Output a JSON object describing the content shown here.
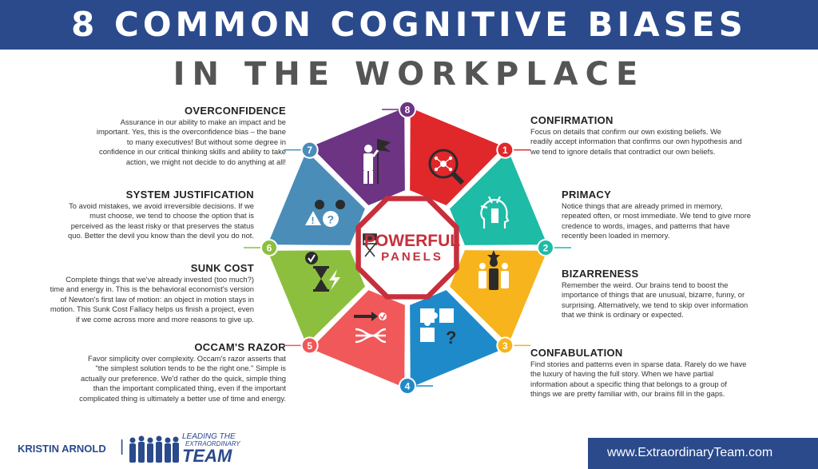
{
  "header": {
    "line1": "8 COMMON COGNITIVE BIASES",
    "line2": "IN THE WORKPLACE"
  },
  "center_logo": {
    "line1": "POWERFUL",
    "line2": "PANELS"
  },
  "biases": [
    {
      "number": "1",
      "title": "CONFIRMATION",
      "color": "#e0272a",
      "lines": [
        "Focus on details that confirm our own existing beliefs.  We",
        "readily accept information that confirms our own hypothesis and",
        "we tend to ignore details that contradict our own beliefs."
      ]
    },
    {
      "number": "2",
      "title": "PRIMACY",
      "color": "#1ebba6",
      "lines": [
        "Notice things that are already primed in memory,",
        "repeated often, or most immediate.  We tend to give more",
        "credence to words, images, and patterns that have",
        "recently been loaded in memory."
      ]
    },
    {
      "number": "3",
      "title": "BIZARRENESS",
      "color": "#f7b41c",
      "lines": [
        "Remember the weird. Our brains tend to boost the",
        "importance of things that are unusual, bizarre, funny, or",
        "surprising. Alternatively, we tend to skip over information",
        "that we think is ordinary or expected."
      ]
    },
    {
      "number": "4",
      "title": "CONFABULATION",
      "color": "#1f8ac9",
      "lines": [
        "Find stories and patterns even in sparse data. Rarely do we have",
        "the luxury of having the full story. When we have partial",
        "information about a specific thing that belongs to a group of",
        "things we are pretty familiar with, our brains fill in the gaps."
      ]
    },
    {
      "number": "5",
      "title": "OCCAM'S RAZOR",
      "color": "#f0585a",
      "lines": [
        "Favor simplicity over complexity.  Occam's razor asserts that",
        "\"the simplest solution tends to be the right one.\"  Simple is",
        "actually our preference.  We'd rather do the quick, simple thing",
        "than the important complicated thing, even if the important",
        "complicated thing is ultimately a better use of time and energy."
      ]
    },
    {
      "number": "6",
      "title": "SUNK COST",
      "color": "#8cbf3e",
      "lines": [
        "Complete things that we've already invested (too much?)",
        "time and energy in. This is the behavioral economist's version",
        "of Newton's first law of motion: an object in motion stays in",
        "motion.  This Sunk Cost Fallacy helps us finish a project, even",
        "if we come across more and more reasons to give up."
      ]
    },
    {
      "number": "7",
      "title": "SYSTEM JUSTIFICATION",
      "color": "#4a8db8",
      "lines": [
        "To avoid mistakes, we avoid irreversible decisions. If we",
        "must choose, we tend to choose the option that is",
        "perceived as the least risky or that preserves the status",
        "quo. Better the devil you know than the devil you do not."
      ]
    },
    {
      "number": "8",
      "title": "OVERCONFIDENCE",
      "color": "#6c3483",
      "lines": [
        "Assurance in our ability to make an impact and be",
        "important.  Yes, this is the overconfidence bias – the bane",
        "to many executives!  But without some degree in",
        "confidence in our critical thinking skills and ability to take",
        "action, we might not decide to do anything at all!"
      ]
    }
  ],
  "footer": {
    "author": "KRISTIN ARNOLD",
    "separator": "|",
    "leading1": "LEADING THE",
    "leading2": "EXTRAORDINARY",
    "leading3": "TEAM",
    "url": "www.ExtraordinaryTeam.com"
  }
}
